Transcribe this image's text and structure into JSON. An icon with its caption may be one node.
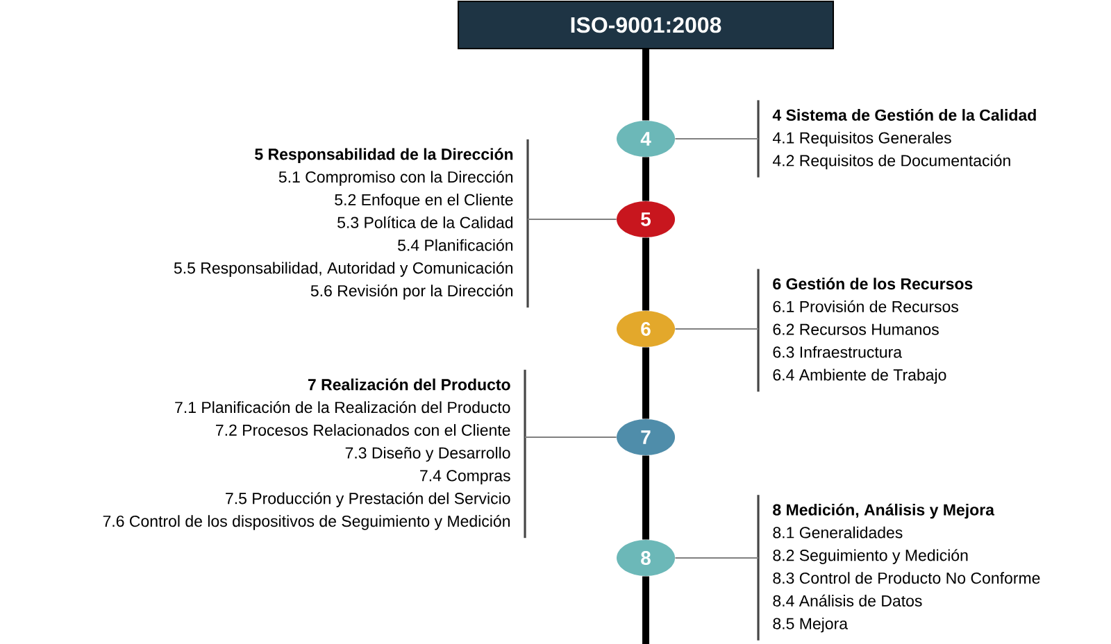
{
  "diagram": {
    "nodes": [
      {
        "text": [
          "ISO-9001:2008"
        ]
      },
      {
        "text": [
          "4 Sistema de Gestión de la Calidad",
          "4.1 Requisitos Generales",
          "4.2 Requisitos de Documentación"
        ]
      },
      {
        "text": [
          "4"
        ]
      },
      {
        "text": [
          "5 Responsabilidad de la Dirección",
          "5.1 Compromiso con la Dirección",
          "5.2 Enfoque en el Cliente",
          "5.3 Política de la Calidad",
          "5.4 Planificación",
          "5.5 Responsabilidad, Autoridad y Comunicación",
          "5.6 Revisión por la Dirección"
        ]
      },
      {
        "text": [
          "5"
        ]
      },
      {
        "text": [
          "6 Gestión de los Recursos",
          "6.1 Provisión de Recursos",
          "6.2 Recursos Humanos",
          "6.3 Infraestructura",
          "6.4 Ambiente de Trabajo"
        ]
      },
      {
        "text": [
          "6"
        ]
      },
      {
        "text": [
          "7 Realización del Producto",
          "7.1 Planificación de la Realización del Producto",
          "7.2 Procesos Relacionados con el Cliente",
          "7.3 Diseño y Desarrollo",
          "7.4 Compras",
          "7.5 Producción y Prestación del Servicio",
          "7.6 Control de los dispositivos de Seguimiento y Medición"
        ]
      },
      {
        "text": [
          "7"
        ]
      },
      {
        "text": [
          "8 Medición, Análisis y Mejora",
          "8.1 Generalidades",
          "8.2 Seguimiento y Medición",
          "8.3 Control de Producto No Conforme",
          "8.4 Análisis de Datos",
          "8.5 Mejora"
        ]
      },
      {
        "text": [
          "8"
        ]
      }
    ],
    "edges": [
      {
        "from": 0,
        "to": 2,
        "arrow": "none"
      },
      {
        "from": 2,
        "to": 4,
        "arrow": "none"
      },
      {
        "from": 4,
        "to": 6,
        "arrow": "none"
      },
      {
        "from": 6,
        "to": 8,
        "arrow": "none"
      },
      {
        "from": 8,
        "to": 10,
        "arrow": "none"
      },
      {
        "from": 10,
        "to": null,
        "arrow": "none"
      },
      {
        "from": 2,
        "to": 1,
        "arrow": "none",
        "color": "#808080"
      },
      {
        "from": 4,
        "to": 3,
        "arrow": "none",
        "color": "#808080"
      },
      {
        "from": 6,
        "to": 5,
        "arrow": "none",
        "color": "#808080"
      },
      {
        "from": 8,
        "to": 7,
        "arrow": "none",
        "color": "#808080"
      },
      {
        "from": 10,
        "to": 9,
        "arrow": "none",
        "color": "#808080"
      }
    ]
  }
}
